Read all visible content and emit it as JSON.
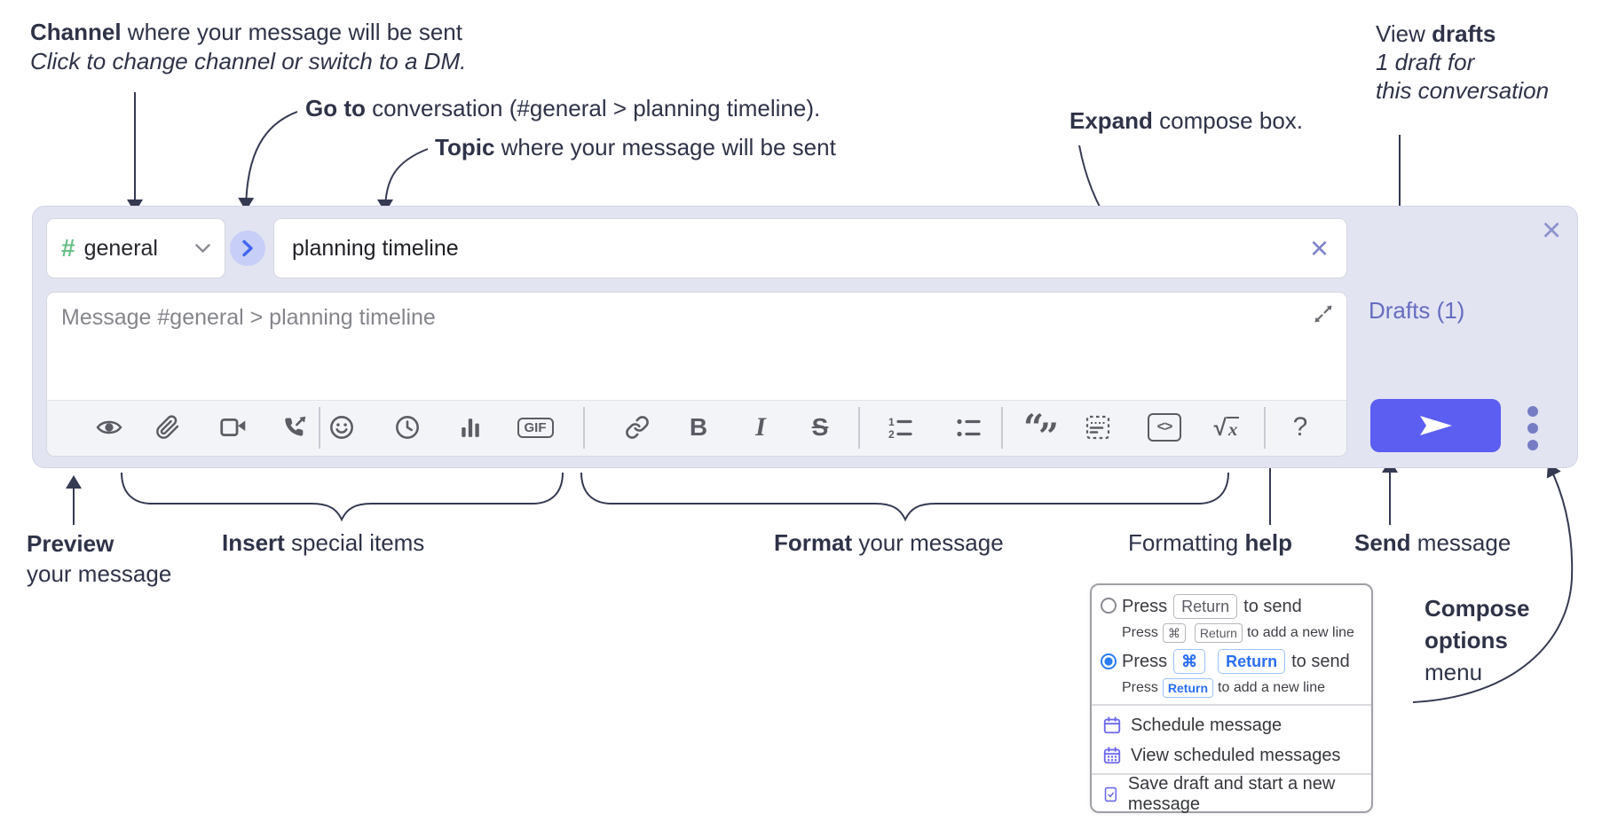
{
  "annotations": {
    "channel": {
      "bold": "Channel",
      "rest": " where your message will be sent",
      "sub": "Click to change channel or switch to a DM."
    },
    "go_to": {
      "bold": "Go to",
      "rest": " conversation (#general > planning timeline)."
    },
    "topic": {
      "bold": "Topic",
      "rest": " where your message will be sent"
    },
    "expand": {
      "bold": "Expand",
      "rest": " compose box."
    },
    "view_drafts": {
      "pre": "View ",
      "bold": "drafts",
      "line2": "1 draft for",
      "line3": "this conversation"
    },
    "preview": {
      "bold": "Preview",
      "line2": "your message"
    },
    "insert": {
      "bold": "Insert",
      "rest": " special items"
    },
    "format": {
      "bold": "Format",
      "rest": " your message"
    },
    "formatting_help": {
      "pre": "Formatting ",
      "bold": "help"
    },
    "send": {
      "bold": "Send",
      "rest": " message"
    },
    "compose_options": {
      "line1": "Compose",
      "line2": "options",
      "line3": "menu"
    }
  },
  "compose": {
    "channel_hash": "#",
    "channel_name": "general",
    "topic_value": "planning timeline",
    "clear_topic": "×",
    "close": "×",
    "message_placeholder": "Message #general > planning timeline",
    "drafts_label": "Drafts (1)",
    "toolbar": {
      "gif": "GIF",
      "bold": "B",
      "italic": "I",
      "strike": "S",
      "quote_open": "“",
      "quote_close": "”",
      "code": "<>",
      "math_sqrt": "√",
      "math_x": "x",
      "help": "?"
    }
  },
  "popup": {
    "option1": {
      "pre": "Press",
      "key": "Return",
      "post": "to send",
      "sub_pre": "Press",
      "sub_key_cmd": "⌘",
      "sub_key_return": "Return",
      "sub_post": "to add a new line"
    },
    "option2": {
      "pre": "Press",
      "key_cmd": "⌘",
      "key_return": "Return",
      "post": "to send",
      "sub_pre": "Press",
      "sub_key_return": "Return",
      "sub_post": "to add a new line"
    },
    "schedule": "Schedule message",
    "view_scheduled": "View scheduled messages",
    "save_draft": "Save draft and start a new message"
  },
  "colors": {
    "compose_bg": "#e2e4f2",
    "send_button": "#5b5ef0",
    "channel_hash_green": "#68c088",
    "drafts_link": "#666cc0",
    "annotation_text": "#2f3348",
    "icon_gray": "#5b5c64",
    "popup_blue": "#2b6ef2",
    "menu_icon_purple": "#6c68ee"
  }
}
